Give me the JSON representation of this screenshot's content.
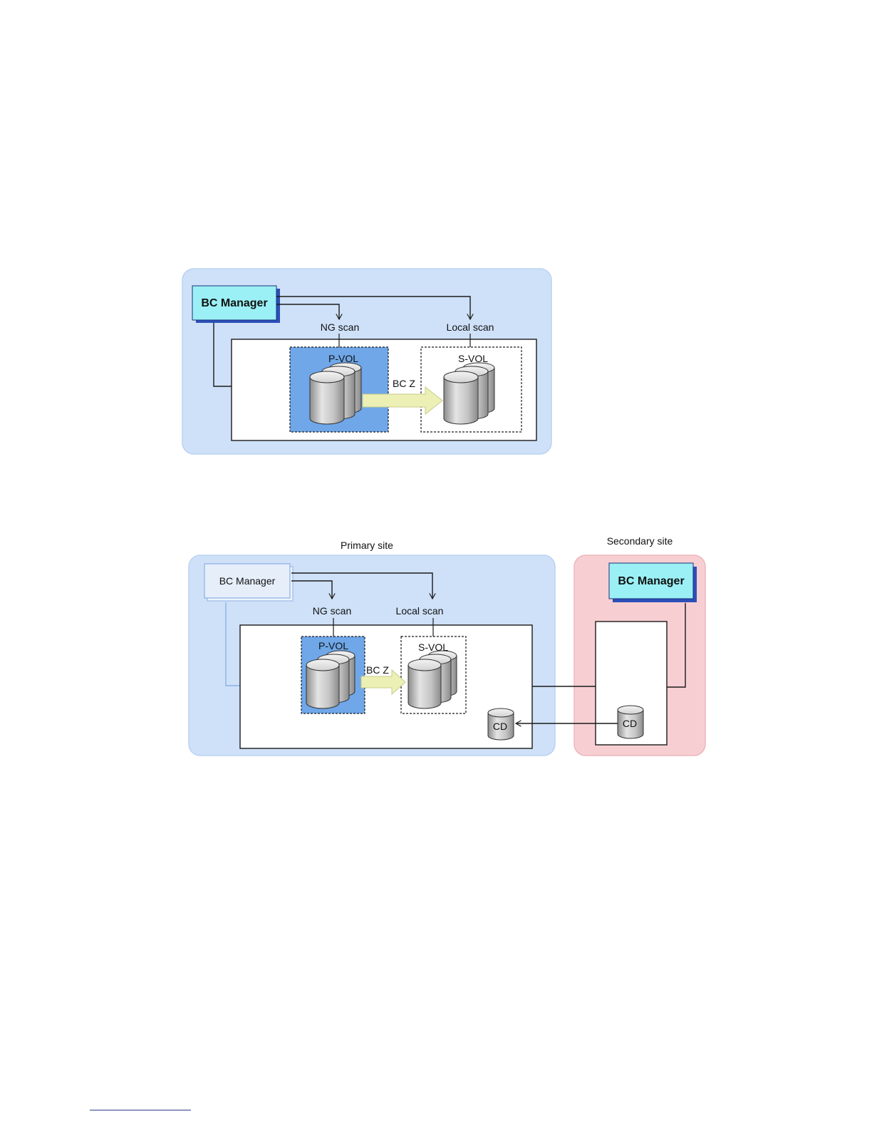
{
  "figure1": {
    "manager_label": "BC Manager",
    "ng_scan_label": "NG scan",
    "local_scan_label": "Local scan",
    "pvol_label": "P-VOL",
    "svol_label": "S-VOL",
    "copy_label": "BC Z"
  },
  "figure2": {
    "primary_site_label": "Primary site",
    "secondary_site_label": "Secondary site",
    "primary_manager_label": "BC Manager",
    "secondary_manager_label": "BC Manager",
    "ng_scan_label": "NG scan",
    "local_scan_label": "Local scan",
    "pvol_label": "P-VOL",
    "svol_label": "S-VOL",
    "copy_label": "BC Z",
    "primary_cd_label": "CD",
    "secondary_cd_label": "CD"
  },
  "colors": {
    "site_blue": "#cfe1f8",
    "site_red": "#f7cfd3",
    "manager_fill": "#9af0f5",
    "pvol_fill": "#6fa7e8",
    "copy_arrow": "#ecf0b4"
  }
}
